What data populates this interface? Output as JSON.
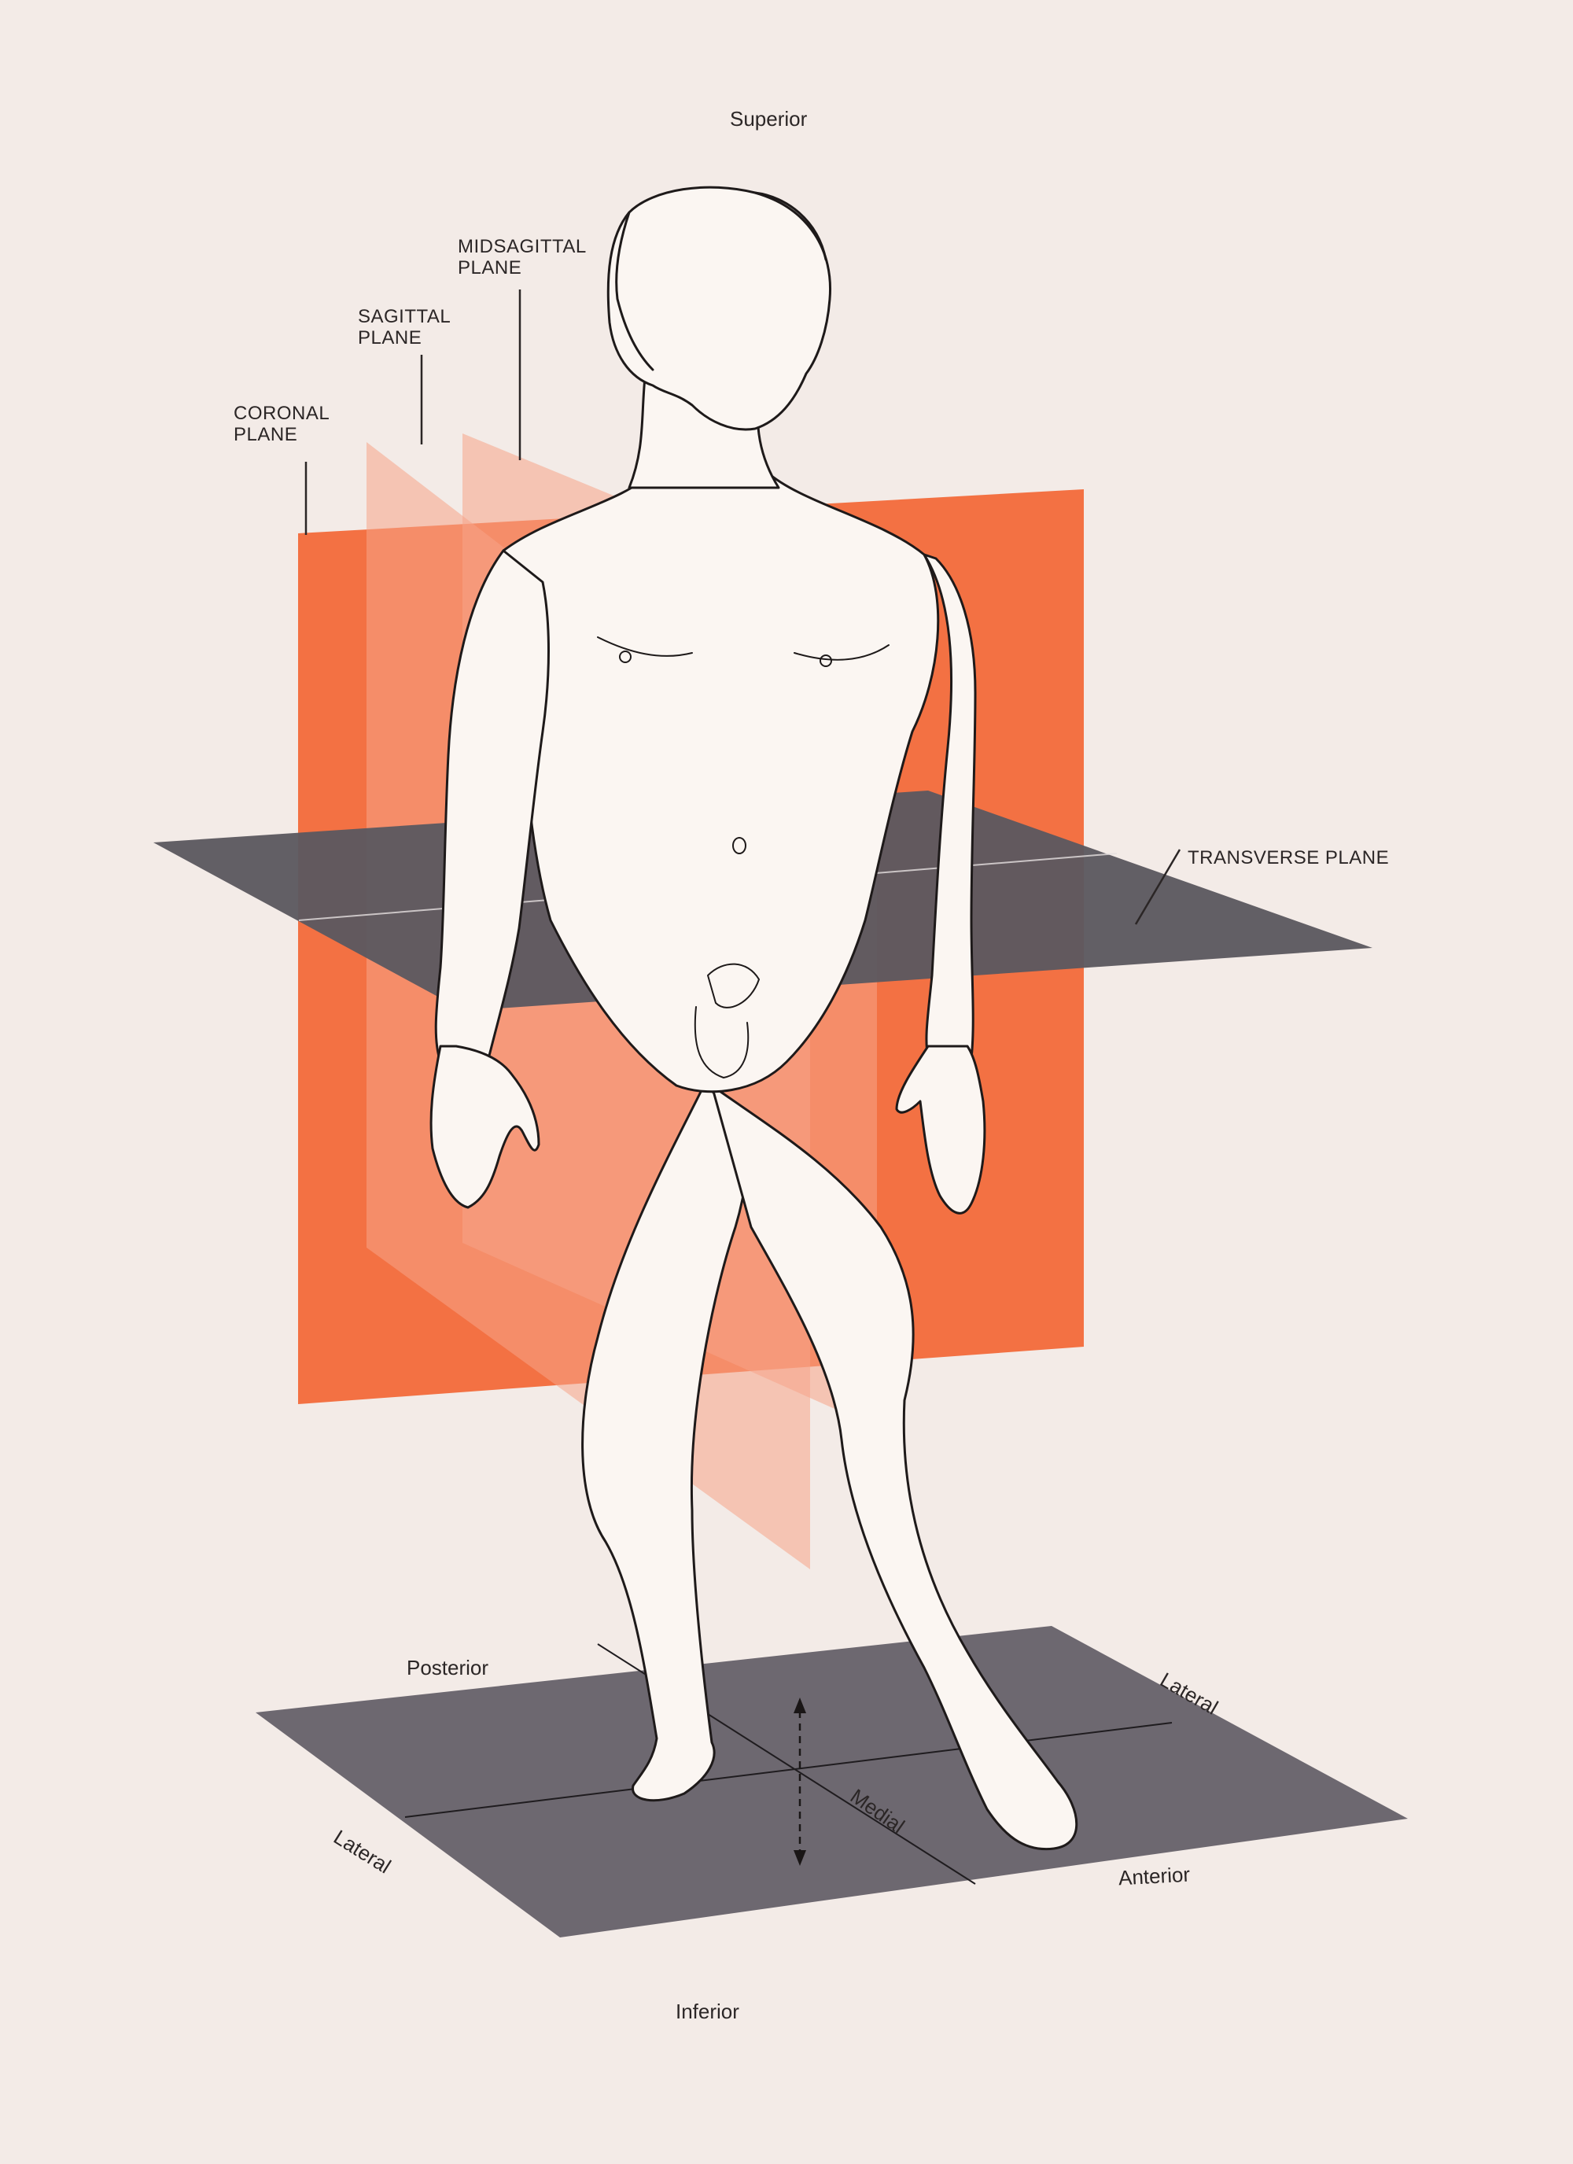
{
  "directions": {
    "superior": "Superior",
    "inferior": "Inferior",
    "posterior": "Posterior",
    "anterior": "Anterior",
    "lateral_left": "Lateral",
    "lateral_right": "Lateral",
    "medial": "Medial"
  },
  "planes": {
    "coronal": {
      "line1": "CORONAL",
      "line2": "PLANE"
    },
    "sagittal": {
      "line1": "SAGITTAL",
      "line2": "PLANE"
    },
    "midsagittal": {
      "line1": "MIDSAGITTAL",
      "line2": "PLANE"
    },
    "transverse": {
      "label": "TRANSVERSE PLANE"
    }
  },
  "colors": {
    "background": "#f3ebe7",
    "coronal_plane": "#f26a3a",
    "sagittal_plane": "#f5a489",
    "transverse_plane": "#5c5860",
    "ground_plane": "#6d6870",
    "ink": "#2b2626"
  }
}
